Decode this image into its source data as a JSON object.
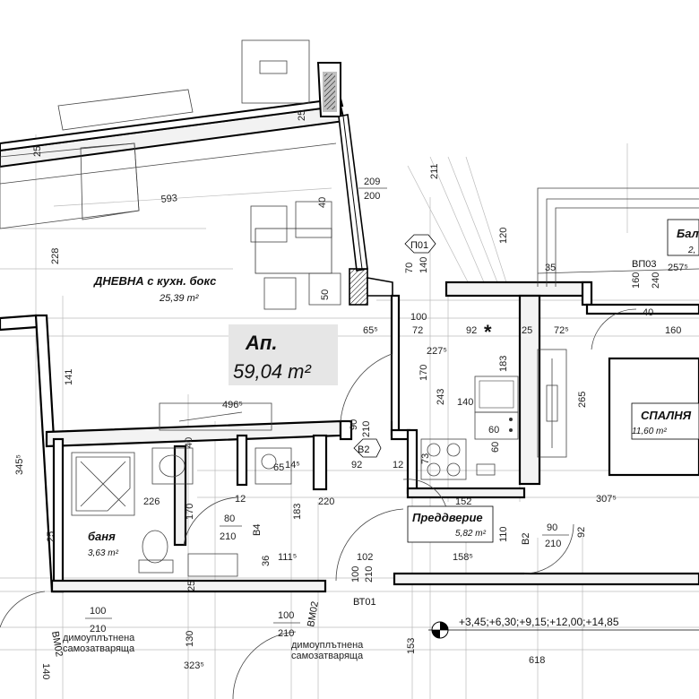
{
  "apartment": {
    "title": "Ап.",
    "area": "59,04 m²"
  },
  "rooms": {
    "living": {
      "name": "ДНЕВНА с кухн. бокс",
      "area": "25,39 m²"
    },
    "bath": {
      "name": "баня",
      "area": "3,63 m²"
    },
    "hall": {
      "name": "Преддверие",
      "area": "5,82 m²"
    },
    "bedroom": {
      "name": "СПАЛНЯ",
      "area": "11,60 m²"
    },
    "balcony": {
      "name": "Бал",
      "area": "2,"
    }
  },
  "tags": {
    "p01": "П01",
    "vp03": "ВП03",
    "v2a": "В2",
    "v2b": "В2",
    "v4": "В4",
    "vt01": "ВТ01",
    "vm02a": "ВМ02",
    "vm02b": "ВМ02"
  },
  "doors": {
    "d_100_210_left": [
      "100",
      "210"
    ],
    "d_100_210_mid": [
      "100",
      "210"
    ],
    "d_100_210_vt": [
      "100",
      "210"
    ],
    "d_90_210_v2": [
      "90",
      "210"
    ],
    "d_90_210_v2b": [
      "90",
      "210"
    ],
    "d_80_210_v4": [
      "80",
      "210"
    ],
    "door_note_a": [
      "димоуплътнена",
      "самозатваряща"
    ],
    "door_note_b": [
      "димоуплътнена",
      "самозатваряща"
    ]
  },
  "dims": {
    "d593": "593",
    "d228": "228",
    "d141": "141",
    "d3455": "345⁵",
    "d25a": "25",
    "d25b": "25",
    "d25c": "25",
    "d25d": "25",
    "d209": "209",
    "d200": "200",
    "d40a": "40",
    "d211": "211",
    "d120": "120",
    "d70": "70",
    "d140a": "140",
    "d100": "100",
    "d655": "65⁵",
    "d72a": "72",
    "d92": "92",
    "d25e": "25",
    "d725": "72⁵",
    "d2275": "227⁵",
    "d170": "170",
    "d243": "243",
    "d183a": "183",
    "d140b": "140",
    "d60": "60",
    "d265": "265",
    "d160a": "160",
    "d240": "240",
    "d40b": "40",
    "d160b": "160",
    "d2575": "257⁵",
    "d35": "35",
    "d4965": "496⁵",
    "d145": "14⁵",
    "d92b": "92",
    "d12": "12",
    "d73": "73",
    "d226": "226",
    "d12b": "12",
    "d220": "220",
    "d152": "152",
    "d3075": "307⁵",
    "d170b": "170",
    "d183b": "183",
    "d1115": "111⁵",
    "d36": "36",
    "d102": "102",
    "d1585": "158⁵",
    "d110": "110",
    "d92c": "92",
    "d130": "130",
    "d3235": "323⁵",
    "d140c": "140",
    "d618": "618",
    "d153": "153",
    "d50": "50",
    "d65": "65",
    "d40c": "40",
    "d60b": "60"
  },
  "levels": "+3,45;+6,30;+9,15;+12,00;+14,85",
  "marks": {
    "asterisk": "*"
  }
}
